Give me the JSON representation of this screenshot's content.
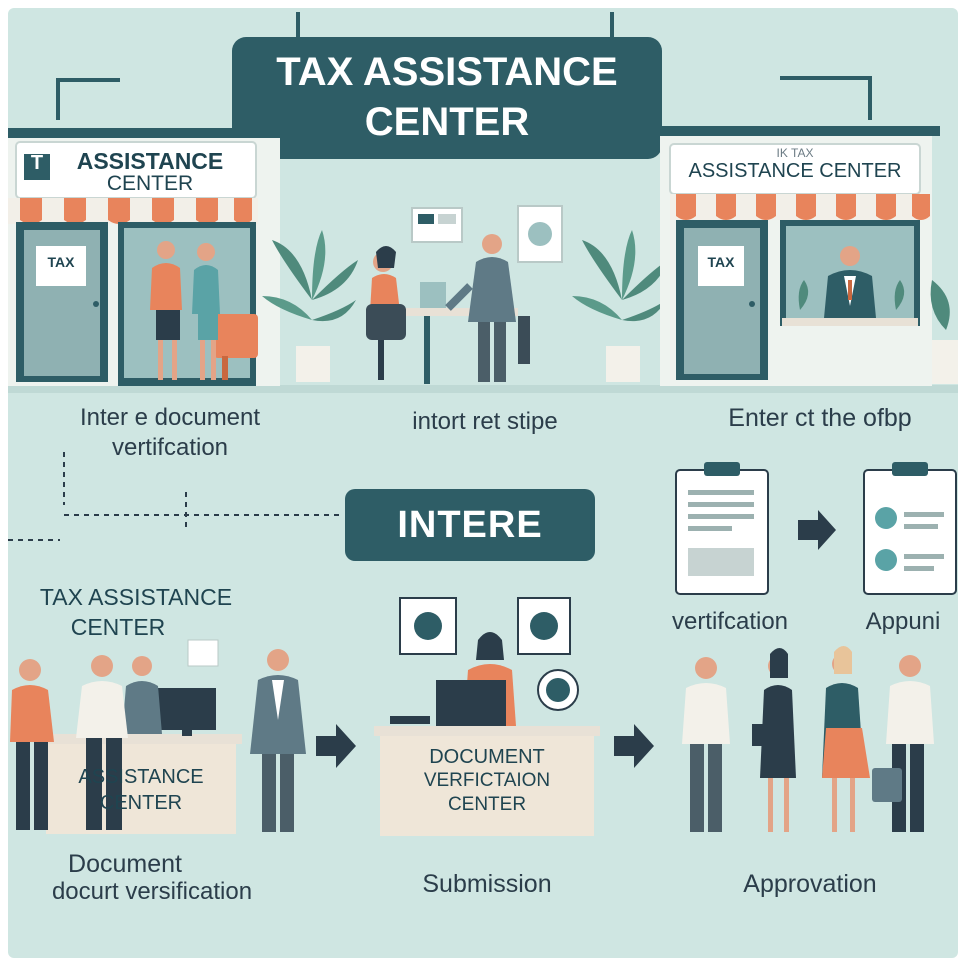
{
  "banner": {
    "line1": "TAX ASSISTANCE",
    "line2": "CENTER"
  },
  "left_sign": {
    "line1": "ASSISTANCE",
    "line2": "CENTER",
    "logo": "T"
  },
  "right_sign": {
    "small": "IK TAX",
    "main": "ASSISTANCE CENTER"
  },
  "door_sign": {
    "left": "TAX",
    "right": "TAX"
  },
  "captions_top": {
    "left_line1": "Inter e document",
    "left_line2": "vertifcation",
    "middle": "intort ret stipe",
    "right": "Enter ct the ofbp"
  },
  "center_label": "INTERE",
  "mid_labels": {
    "verification": "vertifcation",
    "appoint": "Appuni"
  },
  "counter_left": {
    "title_line1": "TAX ASSISTANCE",
    "title_line2": "CENTER",
    "desk_line1": "ASSISTANCE",
    "desk_line2": "CENTER"
  },
  "counter_middle": {
    "line1": "DOCUMENT",
    "line2": "VERFICTAION",
    "line3": "CENTER"
  },
  "captions_bottom": {
    "left_line1": "Document",
    "left_line2": "docurt versification",
    "middle": "Submission",
    "right": "Approvation"
  },
  "colors": {
    "background": "#cfe6e2",
    "teal": "#2e5d66",
    "orange": "#e8845c",
    "skin": "#e3a487"
  }
}
